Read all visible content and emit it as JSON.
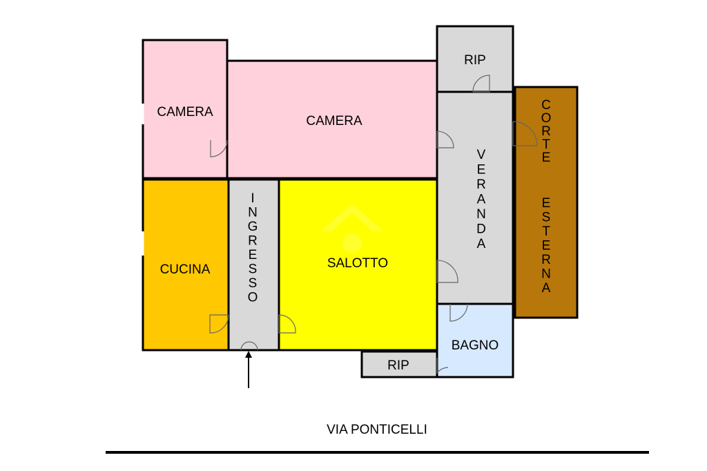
{
  "rooms": {
    "camera_small": {
      "label": "CAMERA",
      "color": "#FFD1DC"
    },
    "camera_large": {
      "label": "CAMERA",
      "color": "#FFD1DC"
    },
    "rip_top": {
      "label": "RIP",
      "color": "#D9D9D9"
    },
    "veranda": {
      "label": "VERANDA",
      "color": "#D9D9D9"
    },
    "corte_esterna": {
      "label_line1": "CORTE",
      "label_line2": "ESTERNA",
      "color": "#B8770A"
    },
    "cucina": {
      "label": "CUCINA",
      "color": "#FFC800"
    },
    "ingresso": {
      "label": "INGRESSO",
      "color": "#D9D9D9"
    },
    "salotto": {
      "label": "SALOTTO",
      "color": "#FFFF00"
    },
    "bagno": {
      "label": "BAGNO",
      "color": "#D6E9FF"
    },
    "rip_bottom": {
      "label": "RIP",
      "color": "#D9D9D9"
    }
  },
  "street": {
    "label": "VIA PONTICELLI"
  },
  "icons": [
    "entrance-arrow-icon",
    "watermark-house-icon"
  ]
}
